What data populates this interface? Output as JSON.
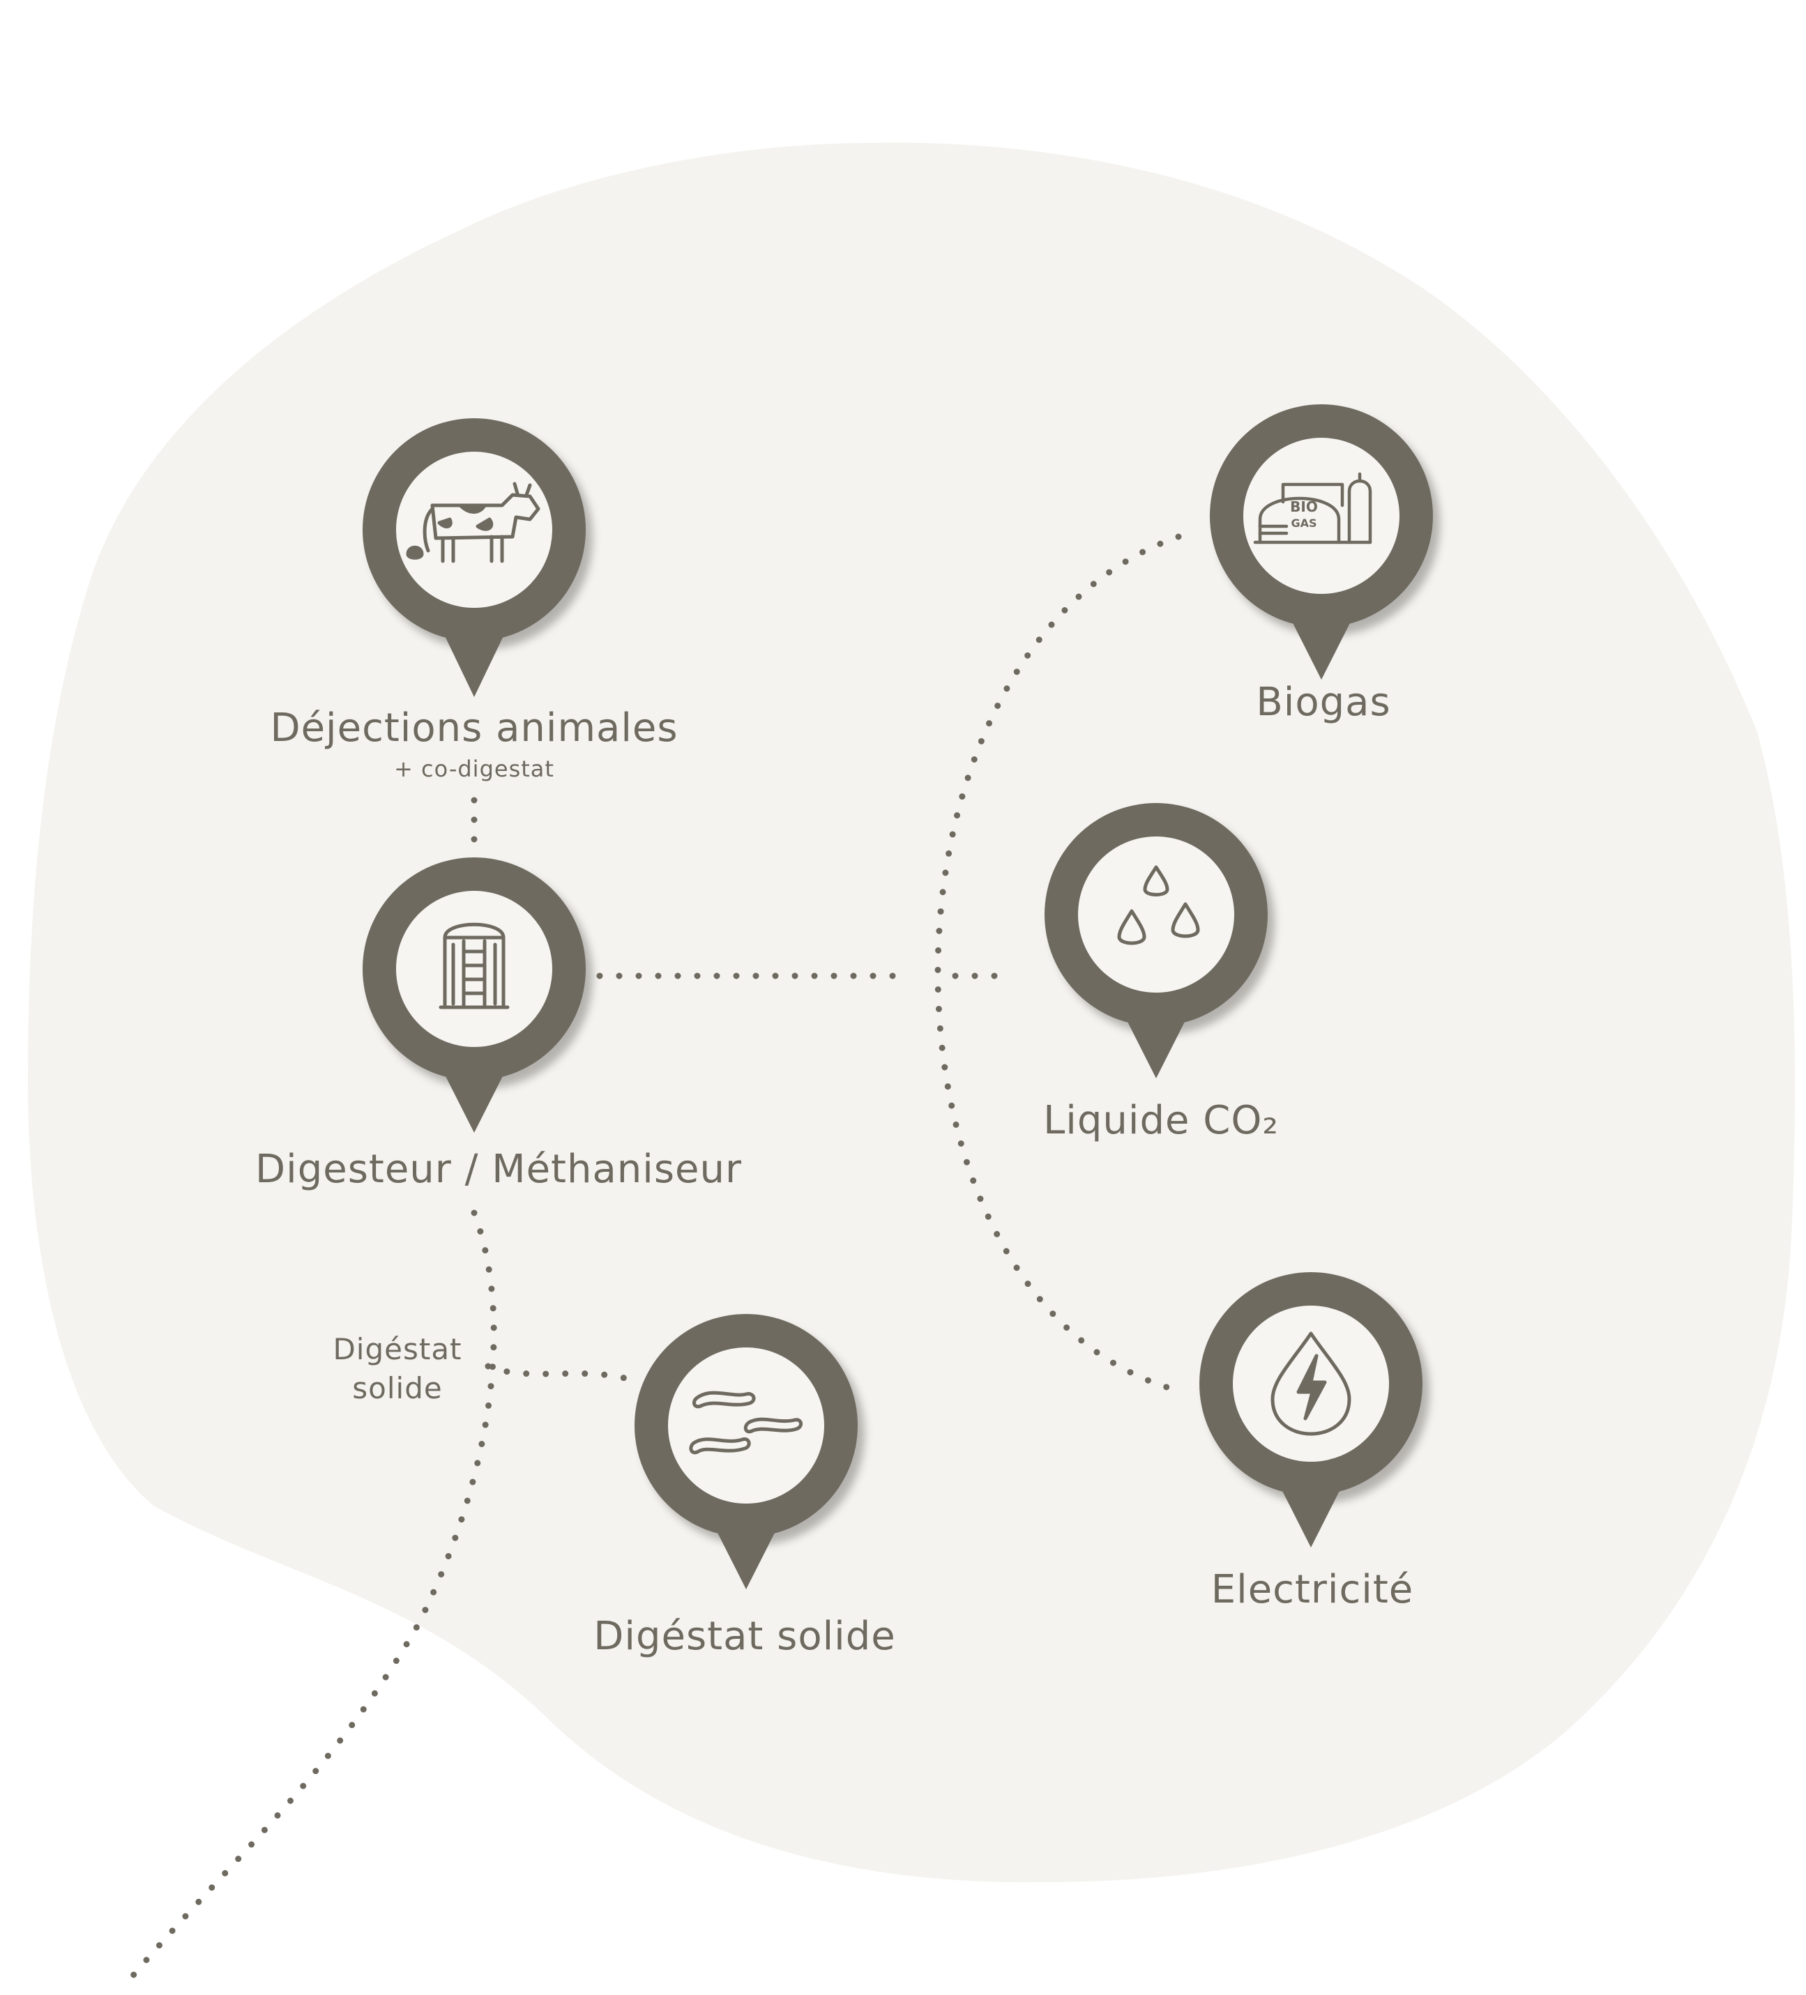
{
  "colors": {
    "background": "#ffffff",
    "blob": "#f4f3ef",
    "pin": "#6f6a60",
    "icon_fill": "#f6f5f1",
    "icon_stroke": "#6f6a60",
    "label": "#6f6a60"
  },
  "nodes": {
    "dejections": {
      "label": "Déjections animales",
      "sublabel": "+ co-digestat",
      "icon": "cow-icon"
    },
    "digesteur": {
      "label": "Digesteur / Méthaniseur",
      "icon": "silo-icon"
    },
    "biogas": {
      "label": "Biogas",
      "icon": "biogas-plant-icon",
      "icon_text_1": "BIO",
      "icon_text_2": "GAS"
    },
    "co2": {
      "label": "Liquide CO₂",
      "icon": "droplets-icon"
    },
    "electricite": {
      "label": "Electricité",
      "icon": "lightning-drop-icon"
    },
    "digestat": {
      "label": "Digéstat solide",
      "icon": "worms-icon"
    }
  },
  "edge_labels": {
    "digestat_branch": {
      "line1": "Digéstat",
      "line2": "solide"
    }
  }
}
